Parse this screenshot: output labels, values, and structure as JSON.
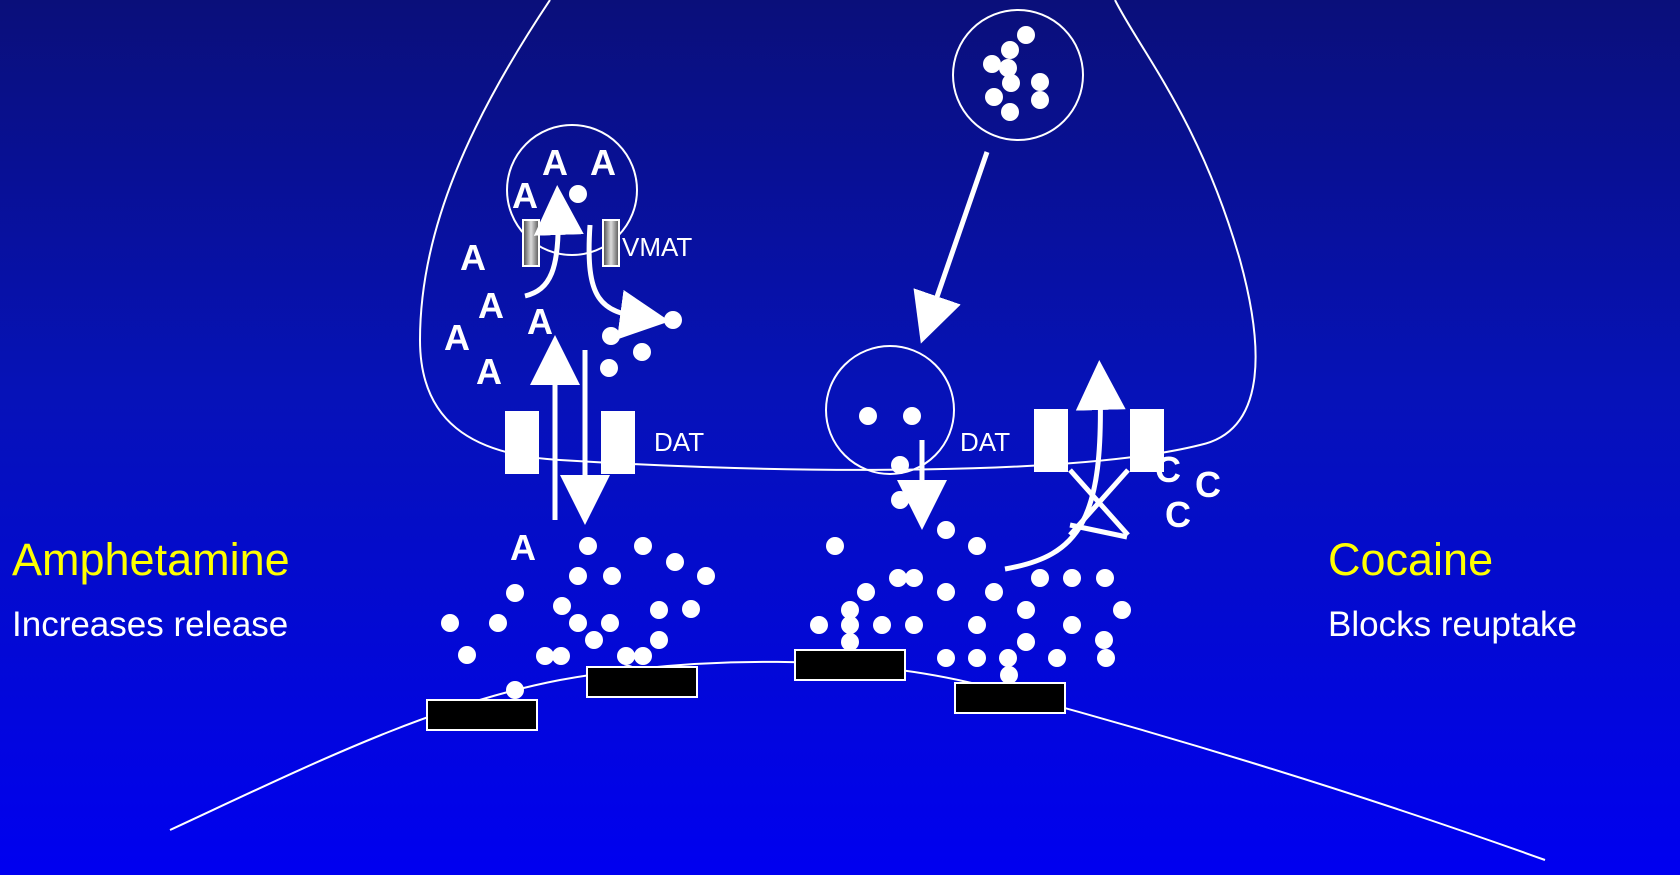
{
  "labels": {
    "amphetamine_title": "Amphetamine",
    "amphetamine_sub": "Increases release",
    "cocaine_title": "Cocaine",
    "cocaine_sub": "Blocks reuptake",
    "vmat": "VMAT",
    "dat_left": "DAT",
    "dat_right": "DAT",
    "amphetamine_symbol": "A",
    "cocaine_symbol": "C"
  },
  "colors": {
    "background_top": "#0a0f7a",
    "background_bottom": "#0000f0",
    "title_text": "#ffff00",
    "line": "#ffffff",
    "receptor": "#000000"
  }
}
